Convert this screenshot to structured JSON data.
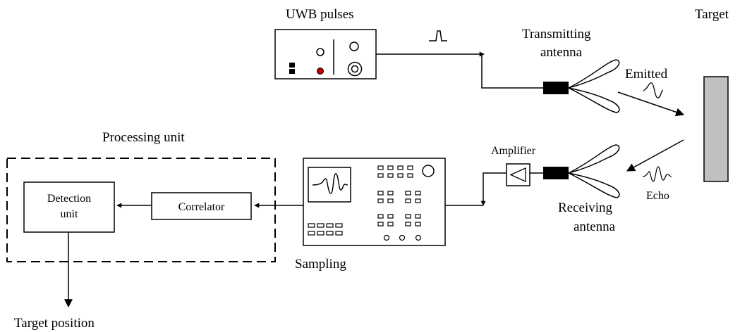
{
  "labels": {
    "uwb_pulses": "UWB pulses",
    "transmitting_antenna_line1": "Transmitting",
    "transmitting_antenna_line2": "antenna",
    "emitted": "Emitted",
    "target": "Target",
    "echo": "Echo",
    "amplifier": "Amplifier",
    "receiving_antenna_line1": "Receiving",
    "receiving_antenna_line2": "antenna",
    "processing_unit": "Processing unit",
    "detection_unit_line1": "Detection",
    "detection_unit_line2": "unit",
    "correlator": "Correlator",
    "sampling": "Sampling",
    "target_position": "Target position"
  },
  "colors": {
    "target_fill": "#c0c0c0",
    "led": "#c00000"
  }
}
